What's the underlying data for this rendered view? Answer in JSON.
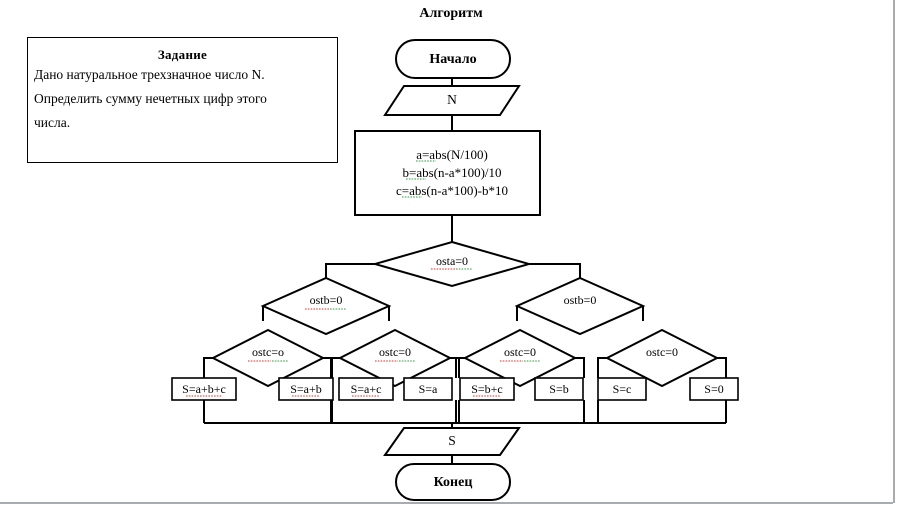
{
  "chart_title": "Алгоритм",
  "task": {
    "title": "Задание",
    "line1": "Дано натуральное трехзначное число N.",
    "line2": "Определить сумму нечетных цифр этого",
    "line3": "числа."
  },
  "flow": {
    "start": "Начало",
    "input": "N",
    "process": {
      "line1": "a=abs(N/100)",
      "line2": "b=abs(n-a*100)/10",
      "line3": "c=abs(n-a*100)-b*10"
    },
    "cond_a": "osta=0",
    "cond_b_left": "ostb=0",
    "cond_b_right": "ostb=0",
    "cond_c": [
      "ostc=o",
      "ostc=0",
      "ostc=0",
      "ostc=0"
    ],
    "results": [
      "S=a+b+c",
      "S=a+b",
      "S=a+c",
      "S=a",
      "S=b+c",
      "S=b",
      "S=c",
      "S=0"
    ],
    "output": "S",
    "end": "Конец"
  },
  "colors": {
    "line": "#000000",
    "page_edge": "#a8acb0",
    "spellcheck_red": "#e03030",
    "spellcheck_green": "#2f9e44",
    "background": "#ffffff"
  }
}
